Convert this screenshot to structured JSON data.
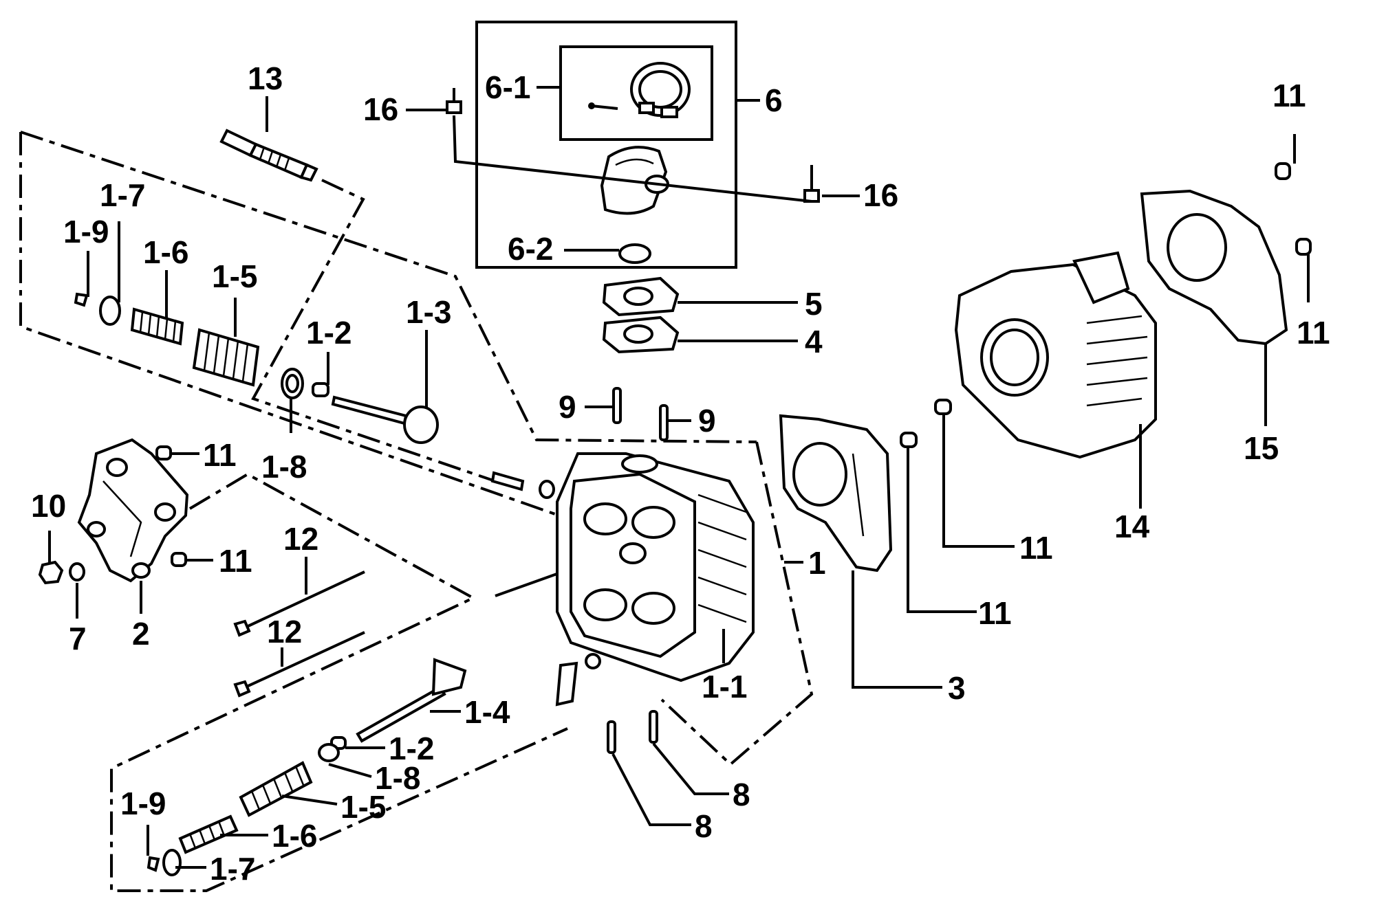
{
  "labels": {
    "p13": "13",
    "p16a": "16",
    "p16b": "16",
    "p6_1": "6-1",
    "p6": "6",
    "p6_2": "6-2",
    "p5": "5",
    "p4": "4",
    "p9a": "9",
    "p9b": "9",
    "p1_7a": "1-7",
    "p1_9a": "1-9",
    "p1_6a": "1-6",
    "p1_5a": "1-5",
    "p1_2a": "1-2",
    "p1_3": "1-3",
    "p1_8a": "1-8",
    "p11a": "11",
    "p11b": "11",
    "p11c": "11",
    "p11d": "11",
    "p11e": "11",
    "p11f": "11",
    "p10": "10",
    "p7": "7",
    "p2": "2",
    "p12a": "12",
    "p12b": "12",
    "p1": "1",
    "p1_1": "1-1",
    "p3": "3",
    "p14": "14",
    "p15": "15",
    "p1_4": "1-4",
    "p1_2b": "1-2",
    "p1_8b": "1-8",
    "p1_5b": "1-5",
    "p1_6b": "1-6",
    "p1_9b": "1-9",
    "p1_7b": "1-7",
    "p8a": "8",
    "p8b": "8"
  }
}
